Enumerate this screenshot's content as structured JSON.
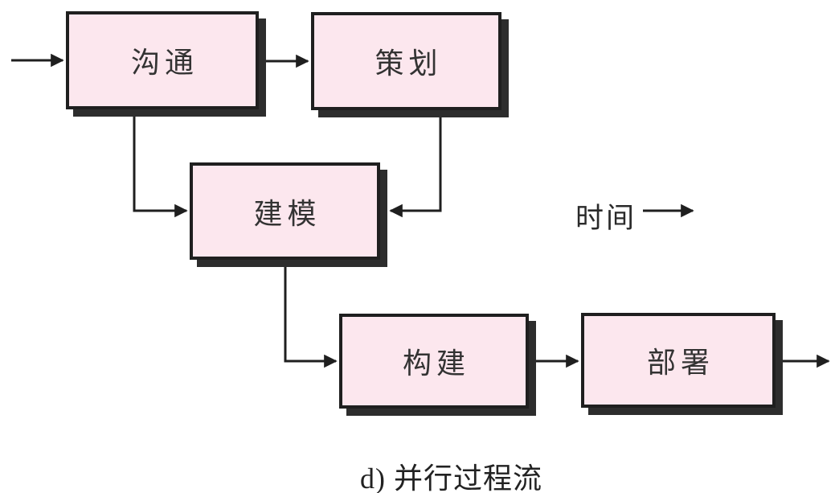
{
  "diagram": {
    "caption": "d) 并行过程流",
    "time_axis": {
      "label": "时间",
      "direction": "right"
    },
    "boxes": [
      {
        "id": "communication",
        "label": "沟通"
      },
      {
        "id": "planning",
        "label": "策划"
      },
      {
        "id": "modeling",
        "label": "建模"
      },
      {
        "id": "construction",
        "label": "构建"
      },
      {
        "id": "deployment",
        "label": "部署"
      }
    ],
    "flows": [
      {
        "from": "start",
        "to": "communication"
      },
      {
        "from": "communication",
        "to": "planning"
      },
      {
        "from": "communication",
        "to": "modeling"
      },
      {
        "from": "planning",
        "to": "modeling"
      },
      {
        "from": "modeling",
        "to": "construction"
      },
      {
        "from": "construction",
        "to": "deployment"
      },
      {
        "from": "deployment",
        "to": "end"
      }
    ],
    "colors": {
      "box_fill": "#fce7ee",
      "box_border": "#1f1f1f",
      "box_shadow": "#2d2d2d",
      "connector": "#1f1f1f",
      "label_text": "#333333",
      "background": "#ffffff"
    }
  }
}
